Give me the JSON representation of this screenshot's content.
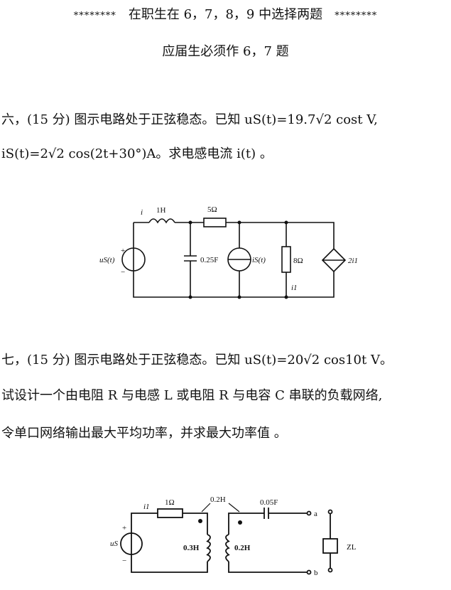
{
  "header": {
    "stars_left": "********",
    "title": "在职生在 6，7，8，9 中选择两题",
    "stars_right": "********",
    "subtitle": "应届生必须作 6，7 题"
  },
  "q6": {
    "line1": "六，(15 分) 图示电路处于正弦稳态。已知 uS(t)=19.7√2 cost V,",
    "line2": "iS(t)=2√2 cos(2t+30°)A。求电感电流 i(t) 。",
    "circuit": {
      "current_label": "i",
      "inductor": "1H",
      "resistor_top": "5Ω",
      "source_label": "uS(t)",
      "plus": "+",
      "minus": "−",
      "capacitor": "0.25F",
      "current_source": "iS(t)",
      "resistor_right": "8Ω",
      "branch_current": "i1",
      "dependent_source": "2i1"
    }
  },
  "q7": {
    "line1": "七，(15 分) 图示电路处于正弦稳态。已知 uS(t)=20√2 cos10t V。",
    "line2": "试设计一个由电阻 R 与电感 L 或电阻 R 与电容 C 串联的负载网络,",
    "line3": "令单口网络输出最大平均功率，并求最大功率值 。",
    "circuit": {
      "current_label": "i1",
      "resistor": "1Ω",
      "mutual": "0.2H",
      "capacitor": "0.05F",
      "terminal_a": "a",
      "terminal_b": "b",
      "source_label": "uS",
      "plus": "+",
      "minus": "−",
      "primary": "0.3H",
      "secondary": "0.2H",
      "load": "ZL"
    }
  }
}
